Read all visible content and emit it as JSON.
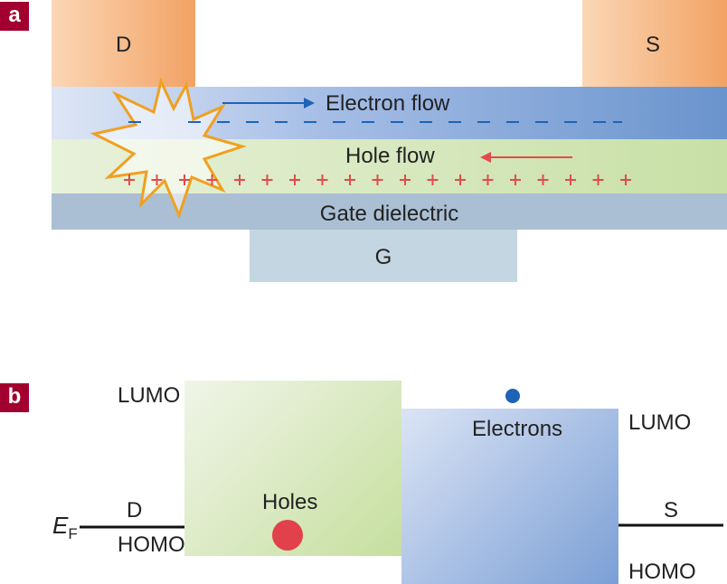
{
  "panel_a": {
    "badge": "a",
    "drain_label": "D",
    "source_label": "S",
    "electron_flow_label": "Electron flow",
    "hole_flow_label": "Hole flow",
    "gate_dielectric_label": "Gate dielectric",
    "gate_label": "G",
    "charge_plus": "+ + + + + + + + + + + + + + + + + + + + +",
    "charge_minus": "— — — — — — — — — — — — — — — — — —",
    "colors": {
      "contact": "#f4a66b",
      "electron_layer": "#6b95cf",
      "hole_layer": "#c8e0a8",
      "dielectric": "#aabfd3",
      "gate": "#c5d6e3",
      "electron_arrow": "#1e63b5",
      "hole_arrow": "#e14b4b",
      "star": "#f0a020"
    }
  },
  "panel_b": {
    "badge": "b",
    "lumo_left": "LUMO",
    "homo_left": "HOMO",
    "lumo_right": "LUMO",
    "homo_right": "HOMO",
    "drain_label": "D",
    "source_label": "S",
    "holes_label": "Holes",
    "electrons_label": "Electrons",
    "fermi_symbol": "E",
    "fermi_subscript": "F",
    "colors": {
      "hole_block": "#c9e1a6",
      "electron_block": "#7a9fd6",
      "hole_dot": "#e0414a",
      "electron_dot": "#1e63b5",
      "fermi_line": "#111111"
    }
  }
}
